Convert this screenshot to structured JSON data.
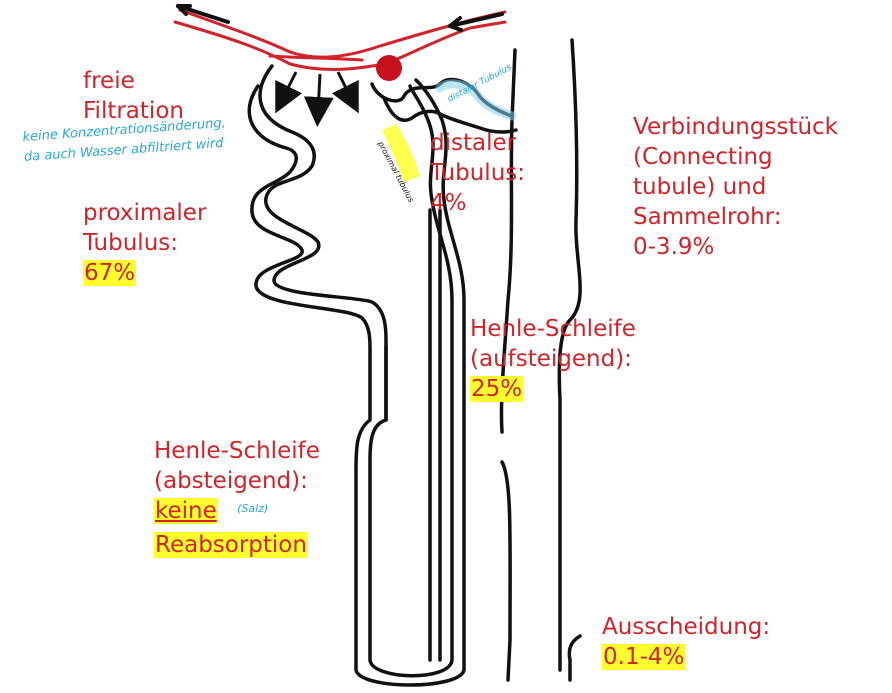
{
  "colors": {
    "label_red": "#d2232a",
    "highlight": "#ffff2e",
    "note_blue": "#2aa8d8",
    "stroke": "#111111",
    "vessel_red": "#d2232a"
  },
  "labels": {
    "filtration": {
      "line1": "freie",
      "line2": "Filtration"
    },
    "filtration_note": {
      "line1": "keine Konzentrationsänderung,",
      "line2": "da auch Wasser abfiltriert wird"
    },
    "proximal": {
      "line1": "proximaler",
      "line2": "Tubulus:",
      "value": "67%"
    },
    "distal": {
      "line1": "distaler",
      "line2": "Tubulus:",
      "value": "4%"
    },
    "henle_asc": {
      "line1": "Henle-Schleife",
      "line2": "(aufsteigend):",
      "value": "25%"
    },
    "henle_desc": {
      "line1": "Henle-Schleife",
      "line2": "(absteigend):",
      "value1": "keine",
      "value2": "Reabsorption",
      "note": "(Salz)"
    },
    "connecting": {
      "line1": "Verbindungsstück",
      "line2": "(Connecting",
      "line3": "tubule) und",
      "line4": "Sammelrohr:",
      "value": "0-3.9%"
    },
    "excretion": {
      "line1": "Ausscheidung:",
      "value": "0.1-4%"
    },
    "tube_note_distal": "distaler Tubulus",
    "tube_note_proximal": "proximal tubulus"
  }
}
